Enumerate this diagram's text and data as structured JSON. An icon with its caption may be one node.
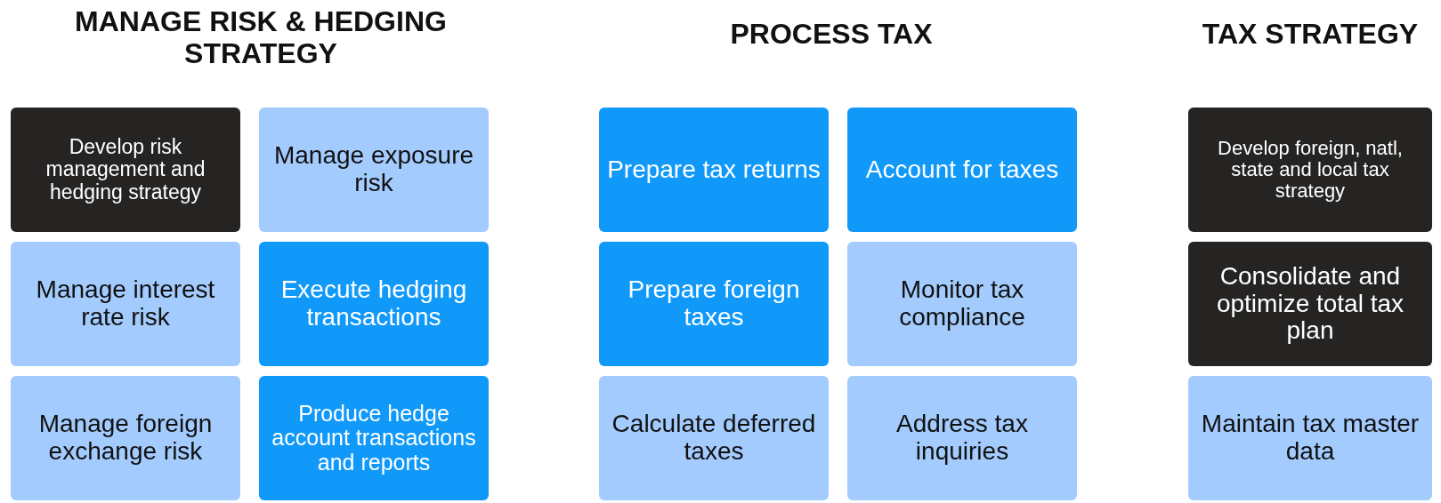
{
  "diagram": {
    "nodes": [
      {
        "text": [
          "Develop risk management and hedging strategy"
        ]
      },
      {
        "text": [
          "Manage exposure risk"
        ]
      },
      {
        "text": [
          "Manage interest rate risk"
        ]
      },
      {
        "text": [
          "Execute hedging transactions"
        ]
      },
      {
        "text": [
          "Manage foreign exchange risk"
        ]
      },
      {
        "text": [
          "Produce hedge account transactions and reports"
        ]
      },
      {
        "text": [
          "Prepare tax returns"
        ]
      },
      {
        "text": [
          "Account for taxes"
        ]
      },
      {
        "text": [
          "Prepare foreign taxes"
        ]
      },
      {
        "text": [
          "Monitor tax compliance"
        ]
      },
      {
        "text": [
          "Calculate deferred taxes"
        ]
      },
      {
        "text": [
          "Address tax inquiries"
        ]
      },
      {
        "text": [
          "Develop foreign, natl, state and local tax strategy"
        ]
      },
      {
        "text": [
          "Consolidate and optimize total tax plan"
        ]
      },
      {
        "text": [
          "Maintain tax master data"
        ]
      }
    ],
    "edges": [],
    "labels": [
      "MANAGE RISK & HEDGING STRATEGY",
      "PROCESS TAX",
      "TAX STRATEGY"
    ]
  }
}
